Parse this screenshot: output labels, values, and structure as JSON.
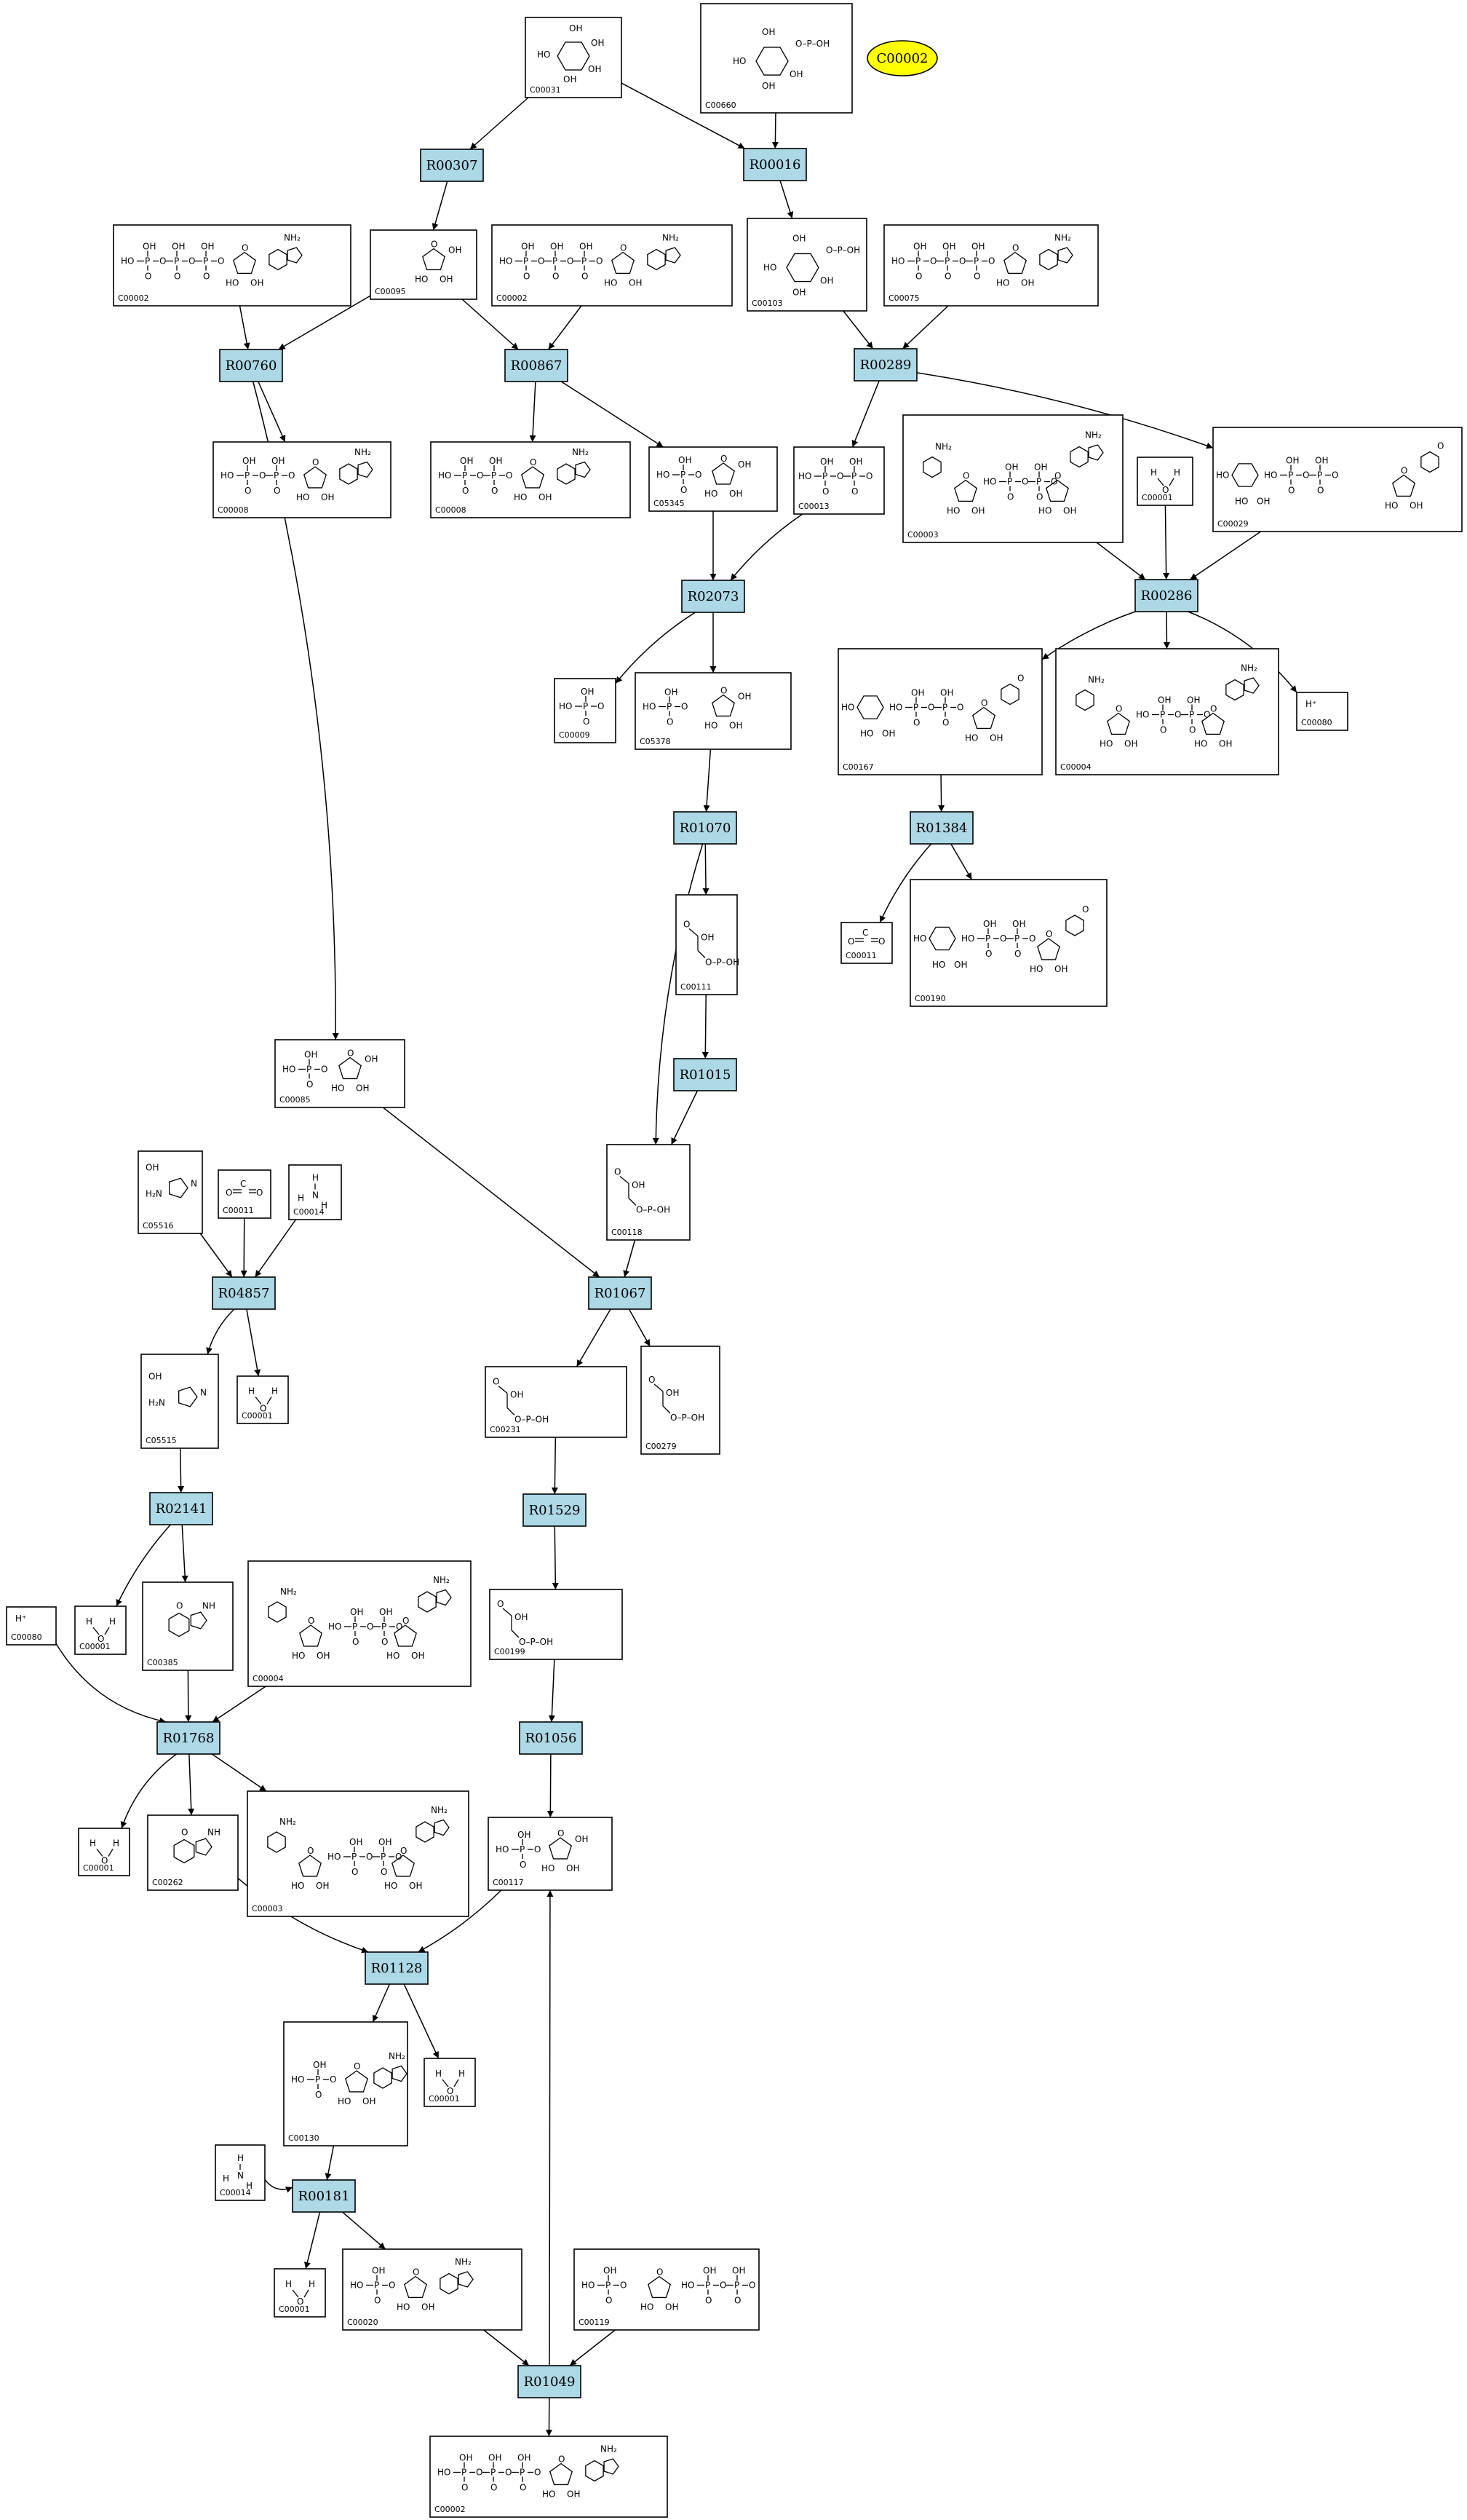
{
  "diagram": {
    "highlight_label": "C00002",
    "colors": {
      "reaction_fill": "#add8e6",
      "highlight_fill": "#ffff00",
      "compound_fill": "#ffffff",
      "line": "#000000"
    },
    "reactions": [
      {
        "id": "r00307",
        "label": "R00307"
      },
      {
        "id": "r00016",
        "label": "R00016"
      },
      {
        "id": "r00760",
        "label": "R00760"
      },
      {
        "id": "r00867",
        "label": "R00867"
      },
      {
        "id": "r00289",
        "label": "R00289"
      },
      {
        "id": "r02073",
        "label": "R02073"
      },
      {
        "id": "r00286",
        "label": "R00286"
      },
      {
        "id": "r01070",
        "label": "R01070"
      },
      {
        "id": "r01384",
        "label": "R01384"
      },
      {
        "id": "r01015",
        "label": "R01015"
      },
      {
        "id": "r04857",
        "label": "R04857"
      },
      {
        "id": "r01067",
        "label": "R01067"
      },
      {
        "id": "r02141",
        "label": "R02141"
      },
      {
        "id": "r01529",
        "label": "R01529"
      },
      {
        "id": "r01768",
        "label": "R01768"
      },
      {
        "id": "r01056",
        "label": "R01056"
      },
      {
        "id": "r01128",
        "label": "R01128"
      },
      {
        "id": "r00181",
        "label": "R00181"
      },
      {
        "id": "r01049",
        "label": "R01049"
      }
    ],
    "compounds": [
      {
        "id": "c00031",
        "label": "C00031",
        "kind": "hexose"
      },
      {
        "id": "c00660",
        "label": "C00660",
        "kind": "hexose-p"
      },
      {
        "id": "c00002_a",
        "label": "C00002",
        "kind": "nucleotide3"
      },
      {
        "id": "c00095",
        "label": "C00095",
        "kind": "furanose"
      },
      {
        "id": "c00002_b",
        "label": "C00002",
        "kind": "nucleotide3"
      },
      {
        "id": "c00103",
        "label": "C00103",
        "kind": "hexose-p"
      },
      {
        "id": "c00075",
        "label": "C00075",
        "kind": "nucleotide3"
      },
      {
        "id": "c00008_a",
        "label": "C00008",
        "kind": "nucleotide2"
      },
      {
        "id": "c00008_b",
        "label": "C00008",
        "kind": "nucleotide2"
      },
      {
        "id": "c05345",
        "label": "C05345",
        "kind": "furanose-p"
      },
      {
        "id": "c00013",
        "label": "C00013",
        "kind": "pyrophosphate"
      },
      {
        "id": "c00003_a",
        "label": "C00003",
        "kind": "dinucleotide"
      },
      {
        "id": "c00001_a",
        "label": "C00001",
        "kind": "water"
      },
      {
        "id": "c00029",
        "label": "C00029",
        "kind": "sugar-nucleotide"
      },
      {
        "id": "c00009",
        "label": "C00009",
        "kind": "phosphate"
      },
      {
        "id": "c05378",
        "label": "C05378",
        "kind": "furanose-p"
      },
      {
        "id": "c00167",
        "label": "C00167",
        "kind": "sugar-nucleotide"
      },
      {
        "id": "c00004_a",
        "label": "C00004",
        "kind": "dinucleotide"
      },
      {
        "id": "c00080_a",
        "label": "C00080",
        "kind": "proton"
      },
      {
        "id": "c00111",
        "label": "C00111",
        "kind": "triose-p"
      },
      {
        "id": "c00011_a",
        "label": "C00011",
        "kind": "co2"
      },
      {
        "id": "c00190",
        "label": "C00190",
        "kind": "sugar-nucleotide"
      },
      {
        "id": "c00085",
        "label": "C00085",
        "kind": "furanose-p"
      },
      {
        "id": "c00118",
        "label": "C00118",
        "kind": "triose-p"
      },
      {
        "id": "c05516",
        "label": "C05516",
        "kind": "imidazole"
      },
      {
        "id": "c00011_b",
        "label": "C00011",
        "kind": "co2"
      },
      {
        "id": "c00014_a",
        "label": "C00014",
        "kind": "ammonia"
      },
      {
        "id": "c05515",
        "label": "C05515",
        "kind": "imidazole"
      },
      {
        "id": "c00001_b",
        "label": "C00001",
        "kind": "water"
      },
      {
        "id": "c00231",
        "label": "C00231",
        "kind": "chain-p"
      },
      {
        "id": "c00279",
        "label": "C00279",
        "kind": "chain-p"
      },
      {
        "id": "c00080_b",
        "label": "C00080",
        "kind": "proton"
      },
      {
        "id": "c00001_c",
        "label": "C00001",
        "kind": "water"
      },
      {
        "id": "c00385",
        "label": "C00385",
        "kind": "purine"
      },
      {
        "id": "c00004_b",
        "label": "C00004",
        "kind": "dinucleotide"
      },
      {
        "id": "c00199",
        "label": "C00199",
        "kind": "chain-p"
      },
      {
        "id": "c00001_d",
        "label": "C00001",
        "kind": "water"
      },
      {
        "id": "c00262",
        "label": "C00262",
        "kind": "purine"
      },
      {
        "id": "c00003_b",
        "label": "C00003",
        "kind": "dinucleotide"
      },
      {
        "id": "c00117",
        "label": "C00117",
        "kind": "furanose-p"
      },
      {
        "id": "c00130",
        "label": "C00130",
        "kind": "nucleotide1"
      },
      {
        "id": "c00001_e",
        "label": "C00001",
        "kind": "water"
      },
      {
        "id": "c00014_b",
        "label": "C00014",
        "kind": "ammonia"
      },
      {
        "id": "c00001_f",
        "label": "C00001",
        "kind": "water"
      },
      {
        "id": "c00020",
        "label": "C00020",
        "kind": "nucleotide1"
      },
      {
        "id": "c00119",
        "label": "C00119",
        "kind": "prpp"
      },
      {
        "id": "c00002_c",
        "label": "C00002",
        "kind": "nucleotide3"
      }
    ]
  }
}
